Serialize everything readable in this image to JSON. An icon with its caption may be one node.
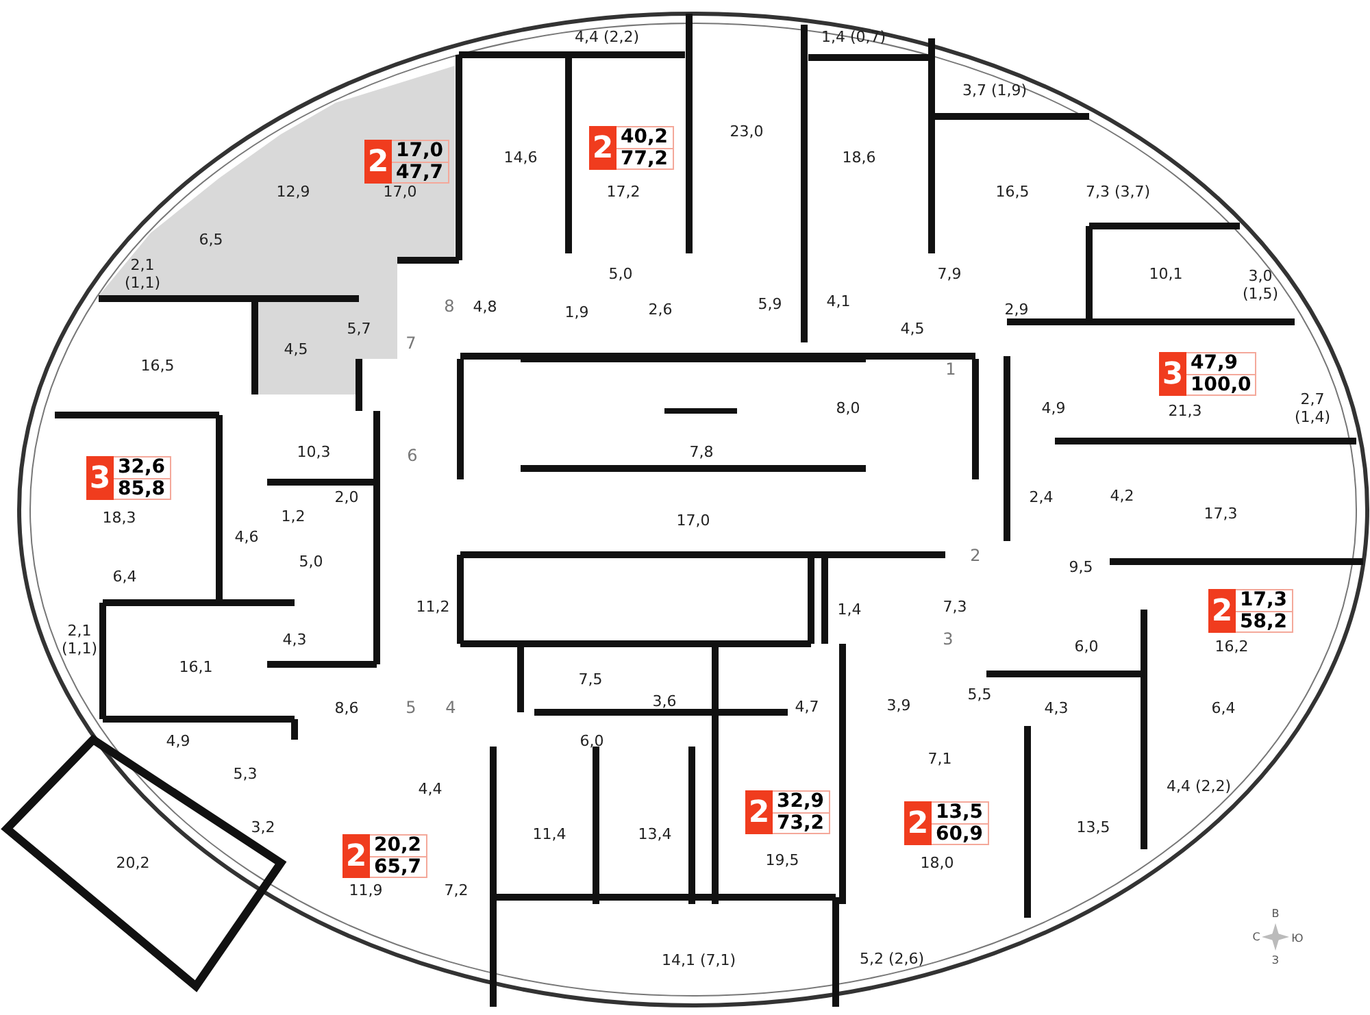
{
  "diagram": {
    "nodes": [
      {
        "text": [
          "2",
          "17,0",
          "47,7"
        ]
      },
      {
        "text": [
          "2",
          "40,2",
          "77,2"
        ]
      },
      {
        "text": [
          "3",
          "47,9",
          "100,0"
        ]
      },
      {
        "text": [
          "3",
          "32,6",
          "85,8"
        ]
      },
      {
        "text": [
          "2",
          "17,3",
          "58,2"
        ]
      },
      {
        "text": [
          "2",
          "32,9",
          "73,2"
        ]
      },
      {
        "text": [
          "2",
          "13,5",
          "60,9"
        ]
      },
      {
        "text": [
          "2",
          "20,2",
          "65,7"
        ]
      }
    ],
    "labels": [
      "4,4 (2,2)",
      "1,4 (0,7)",
      "3,7 (1,9)",
      "23,0",
      "14,6",
      "18,6",
      "12,9",
      "17,0",
      "17,2",
      "16,5",
      "7,3 (3,7)",
      "6,5",
      "2,1 (1,1)",
      "5,0",
      "7,9",
      "10,1",
      "3,0 (1,5)",
      "8",
      "4,8",
      "1,9",
      "2,6",
      "5,9",
      "4,1",
      "2,9",
      "5,7",
      "4,5",
      "7",
      "4,5",
      "16,5",
      "1",
      "8,0",
      "4,9",
      "21,3",
      "2,7 (1,4)",
      "10,3",
      "6",
      "7,8",
      "2,0",
      "2,4",
      "4,2",
      "18,3",
      "1,2",
      "17,0",
      "17,3",
      "4,6",
      "2",
      "5,0",
      "9,5",
      "6,4",
      "11,2",
      "1,4",
      "7,3",
      "2,1 (1,1)",
      "4,3",
      "3",
      "6,0",
      "16,2",
      "16,1",
      "7,5",
      "8,6",
      "5",
      "4",
      "3,6",
      "4,7",
      "3,9",
      "5,5",
      "4,3",
      "6,4",
      "4,9",
      "6,0",
      "7,1",
      "5,3",
      "4,4",
      "4,4 (2,2)",
      "3,2",
      "11,4",
      "13,4",
      "13,5",
      "20,2",
      "19,5",
      "18,0",
      "11,9",
      "7,2",
      "14,1 (7,1)",
      "5,2 (2,6)",
      "В",
      "С",
      "Ю",
      "З"
    ]
  }
}
